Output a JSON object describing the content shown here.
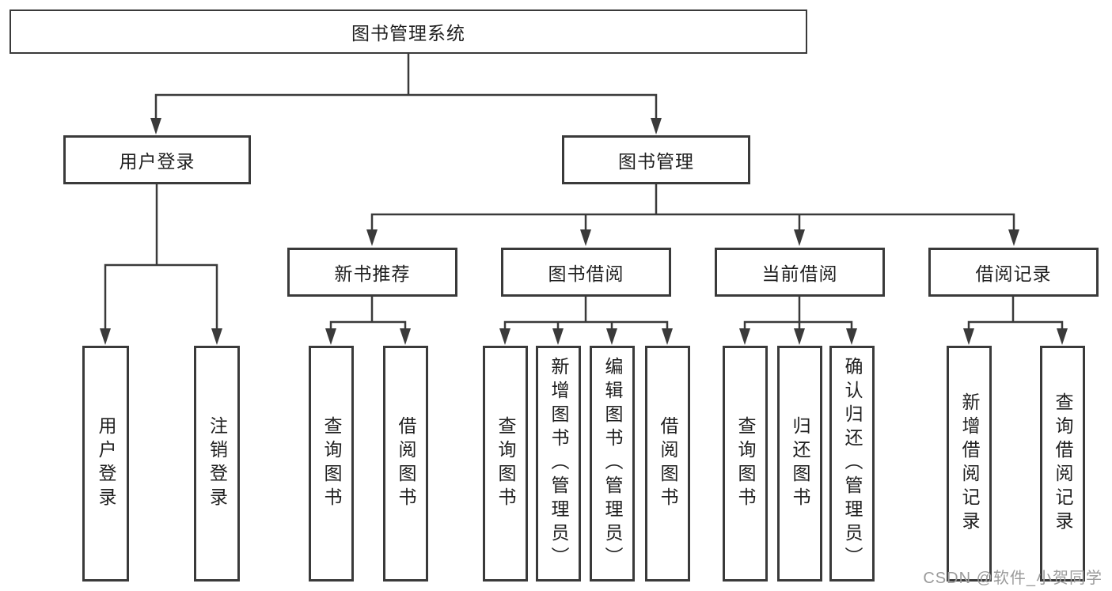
{
  "diagram": {
    "title": "图书管理系统",
    "watermark": "CSDN @软件_小贺同学",
    "colors": {
      "line": "#3a3a3a",
      "text": "#1f1f1f",
      "background": "#ffffff",
      "watermark": "#9b9b9b"
    },
    "nodes": {
      "root": "图书管理系统",
      "user_login": "用户登录",
      "book_mgmt": "图书管理",
      "new_book": "新书推荐",
      "book_borrow": "图书借阅",
      "current_borrow": "当前借阅",
      "borrow_record": "借阅记录",
      "user_login_leaves": [
        "用户登录",
        "注销登录"
      ],
      "new_book_leaves": [
        "查询图书",
        "借阅图书"
      ],
      "book_borrow_leaves": [
        "查询图书",
        "新增图书（管理员）",
        "编辑图书（管理员）",
        "借阅图书"
      ],
      "current_borrow_leaves": [
        "查询图书",
        "归还图书",
        "确认归还（管理员）"
      ],
      "borrow_record_leaves": [
        "新增借阅记录",
        "查询借阅记录"
      ]
    }
  }
}
